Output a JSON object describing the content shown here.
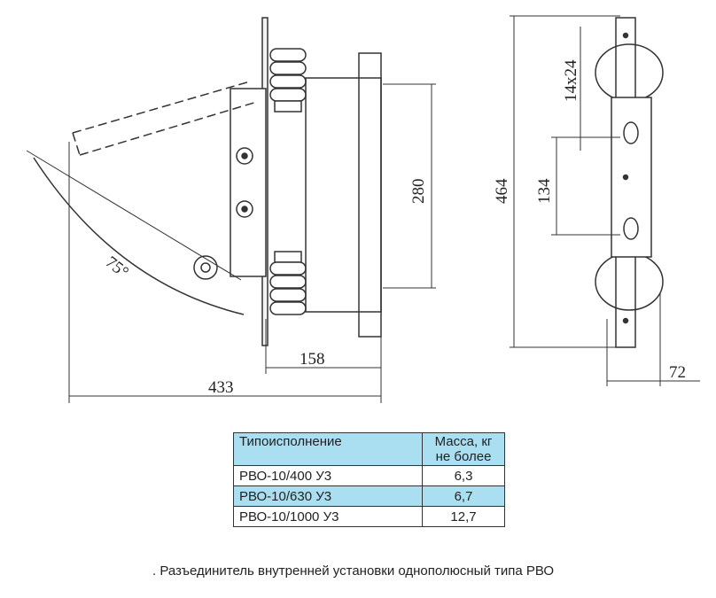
{
  "dimensions": {
    "d433": "433",
    "d158": "158",
    "d280": "280",
    "angle": "75°",
    "d464": "464",
    "d134": "134",
    "d14x24": "14x24",
    "d72": "72"
  },
  "table": {
    "headers": [
      "Типоисполнение",
      "Масса, кг не более"
    ],
    "rows": [
      [
        "РВО-10/400 У3",
        "6,3"
      ],
      [
        "РВО-10/630 У3",
        "6,7"
      ],
      [
        "РВО-10/1000 У3",
        "12,7"
      ]
    ]
  },
  "caption": ". Разъединитель внутренней установки однополюсный типа РВО",
  "colors": {
    "table_header": "#a9dff1"
  }
}
